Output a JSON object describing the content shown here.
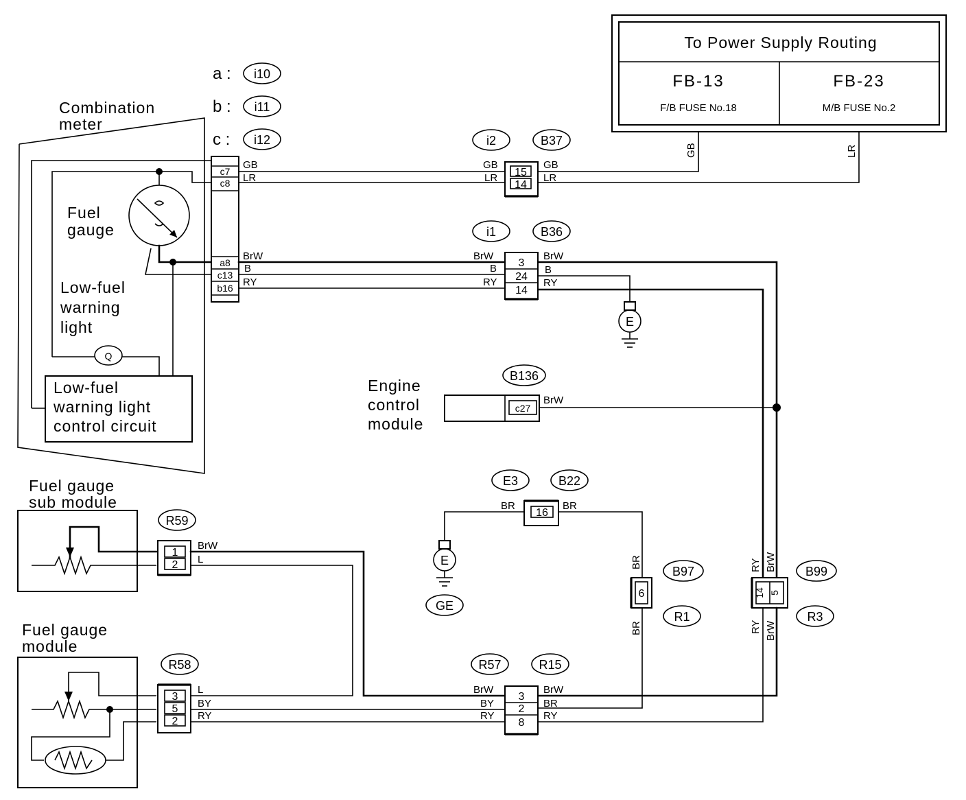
{
  "power": {
    "title": "To Power Supply Routing",
    "left_fuse": "FB-13",
    "left_sub": "F/B FUSE No.18",
    "right_fuse": "FB-23",
    "right_sub": "M/B FUSE No.2"
  },
  "meter_connectors": [
    {
      "letter": "a :",
      "code": "i10"
    },
    {
      "letter": "b :",
      "code": "i11"
    },
    {
      "letter": "c :",
      "code": "i12"
    }
  ],
  "labels": {
    "combination_meter_1": "Combination",
    "combination_meter_2": "meter",
    "fuel_gauge_1": "Fuel",
    "fuel_gauge_2": "gauge",
    "low_fuel_1": "Low-fuel",
    "low_fuel_2": "warning",
    "low_fuel_3": "light",
    "ctrl_1": "Low-fuel",
    "ctrl_2": "warning light",
    "ctrl_3": "control circuit",
    "ecm_1": "Engine",
    "ecm_2": "control",
    "ecm_3": "module",
    "sub_module_1": "Fuel gauge",
    "sub_module_2": "sub module",
    "gauge_module_1": "Fuel gauge",
    "gauge_module_2": "module",
    "gauge_symbol": "Q",
    "ground_symbol": "E"
  },
  "connector_tags": {
    "i2": "i2",
    "B37": "B37",
    "i1": "i1",
    "B36": "B36",
    "B136": "B136",
    "E3": "E3",
    "B22": "B22",
    "B97": "B97",
    "R1": "R1",
    "B99": "B99",
    "R3": "R3",
    "R59": "R59",
    "R58": "R58",
    "R57": "R57",
    "R15": "R15",
    "GE": "GE"
  },
  "meter_pins": [
    "c7",
    "c8",
    "a8",
    "c13",
    "b16"
  ],
  "ecm_pin": "c27",
  "pins": {
    "i2_b37": [
      "15",
      "14"
    ],
    "i1_b36": [
      "3",
      "24",
      "14"
    ],
    "e3_b22": "16",
    "b97": "6",
    "b99": [
      "14",
      "5"
    ],
    "r59": [
      "1",
      "2"
    ],
    "r58": [
      "3",
      "5",
      "2"
    ],
    "r57_r15": [
      "3",
      "2",
      "8"
    ]
  },
  "wire_colors": {
    "GB": "GB",
    "LR": "LR",
    "BrW": "BrW",
    "B": "B",
    "RY": "RY",
    "BR": "BR",
    "L": "L",
    "BY": "BY"
  }
}
